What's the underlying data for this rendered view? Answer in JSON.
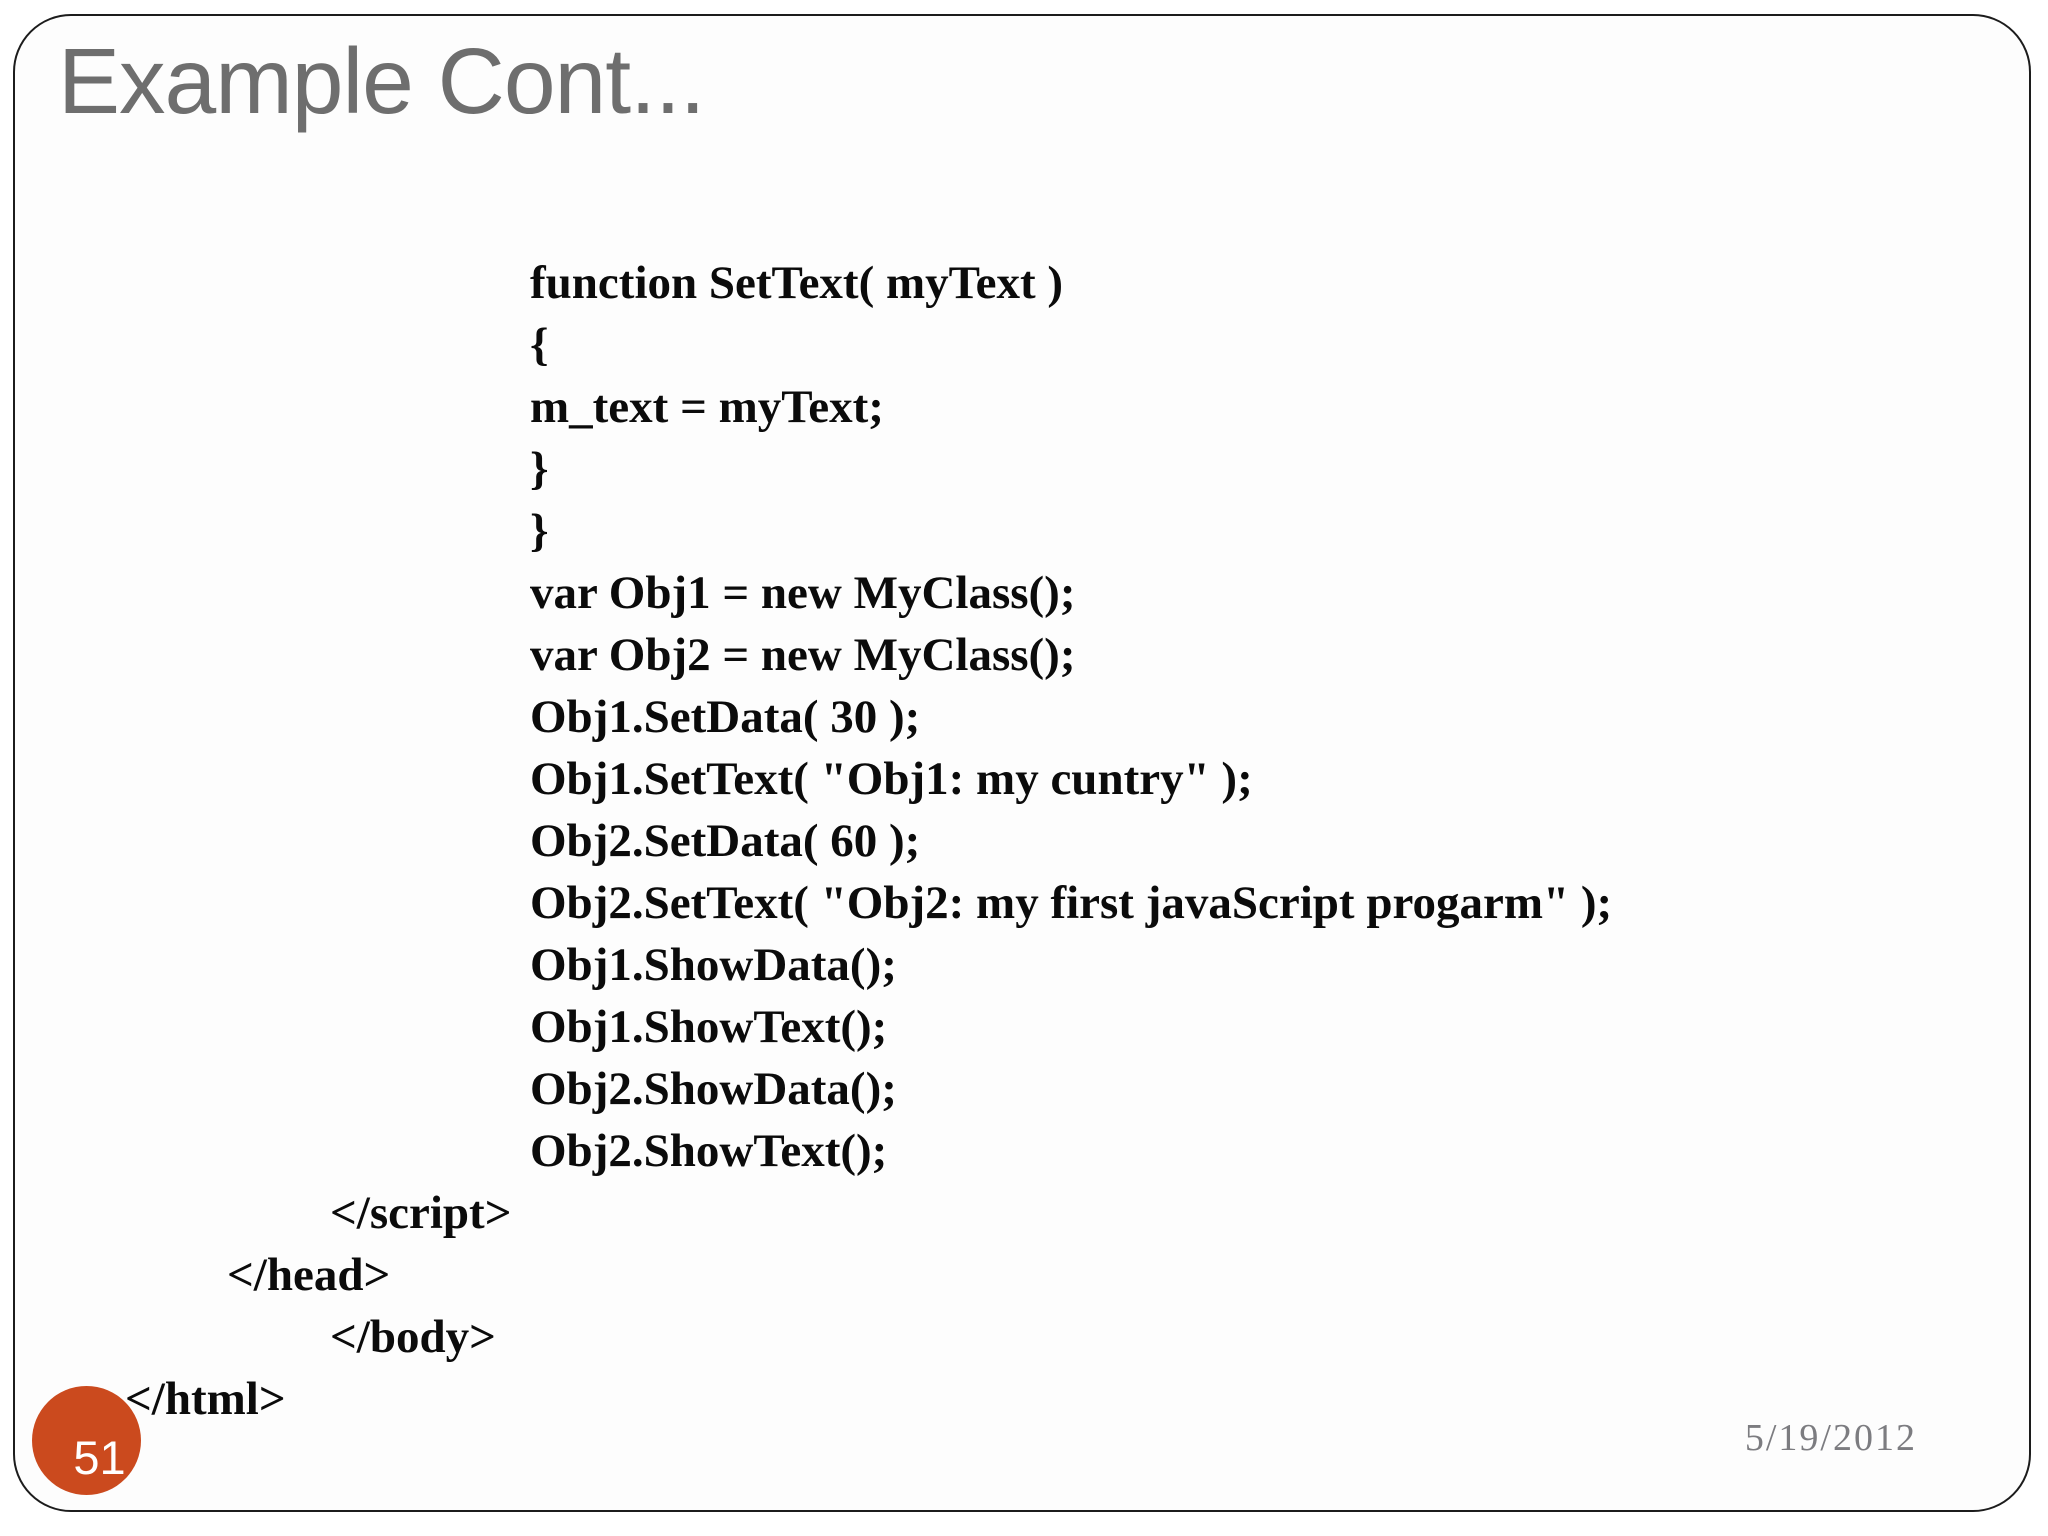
{
  "slide": {
    "title": "Example Cont...",
    "code_lines": [
      "function SetText( myText )",
      "{",
      "m_text = myText;",
      "}",
      "}",
      "var Obj1 = new MyClass();",
      "var Obj2 = new MyClass();",
      "Obj1.SetData( 30 );",
      "Obj1.SetText( \"Obj1: my cuntry\" );",
      "Obj2.SetData( 60 );",
      "Obj2.SetText( \"Obj2: my first javaScript progarm\" );",
      "Obj1.ShowData();",
      "Obj1.ShowText();",
      "Obj2.ShowData();",
      "Obj2.ShowText();",
      "</script>",
      "</head>",
      "</body>",
      "</html>"
    ],
    "page_number": "51",
    "date": "5/19/2012"
  },
  "colors": {
    "badge": "#CB4A1E",
    "title": "#6E6E6E",
    "date": "#7C7C80",
    "border": "#1C1C1C",
    "code_text": "#0B0B0B"
  }
}
